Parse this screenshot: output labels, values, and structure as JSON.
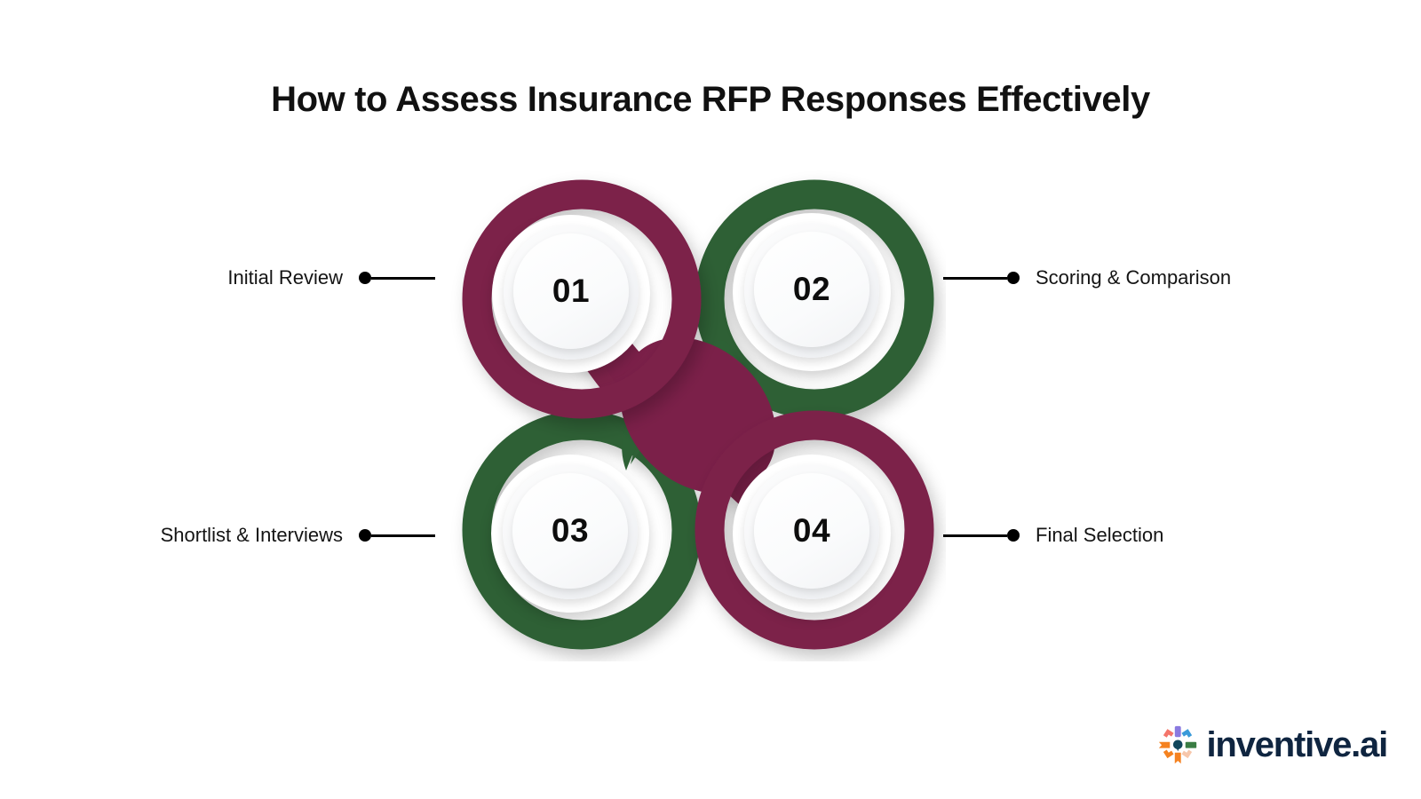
{
  "page": {
    "title": "How to Assess Insurance RFP Responses Effectively",
    "background_color": "#ffffff"
  },
  "theme": {
    "maroon": "#7b2049",
    "green": "#2d6135",
    "text_dark": "#111111",
    "connector_color": "#000000",
    "logo_navy": "#0f2540"
  },
  "diagram": {
    "type": "four-lobe-pinwheel",
    "steps": [
      {
        "number": "01",
        "label": "Initial Review",
        "color": "#7b2049",
        "color_name": "maroon",
        "position": "top-left",
        "label_side": "left"
      },
      {
        "number": "02",
        "label": "Scoring & Comparison",
        "color": "#2d6135",
        "color_name": "green",
        "position": "top-right",
        "label_side": "right"
      },
      {
        "number": "03",
        "label": "Shortlist & Interviews",
        "color": "#2d6135",
        "color_name": "green",
        "position": "bottom-left",
        "label_side": "left"
      },
      {
        "number": "04",
        "label": "Final Selection",
        "color": "#7b2049",
        "color_name": "maroon",
        "position": "bottom-right",
        "label_side": "right"
      }
    ]
  },
  "brand": {
    "wordmark": "inventive.ai",
    "mark_name": "inventive-pinwheel-mark",
    "mark_colors": {
      "center": "#11475c",
      "coral": "#f4756b",
      "purple": "#8a7ae0",
      "blue": "#3a9ad9",
      "orange": "#f58220",
      "green": "#3a7d44",
      "peach": "#f7c7ab"
    }
  }
}
